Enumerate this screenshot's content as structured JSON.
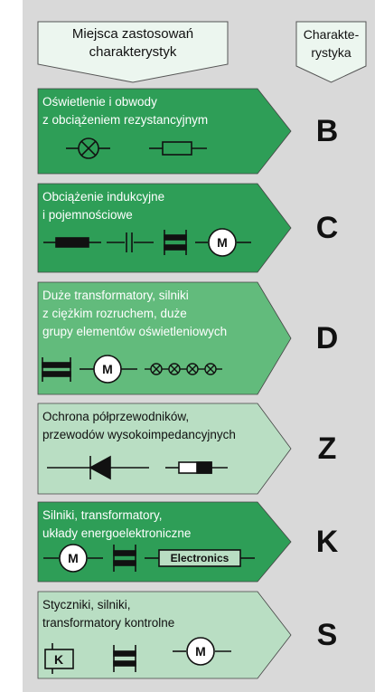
{
  "header": {
    "applications_label": "Miejsca zastosowań\ncharakterystyk",
    "characteristic_label": "Charakte-\nrystyka"
  },
  "bands": [
    {
      "description": "Oświetlenie i obwody\nz obciążeniem rezystancyjnym",
      "letter": "B",
      "color": "#2e9e57",
      "text_color": "#ffffff"
    },
    {
      "description": "Obciążenie indukcyjne\ni pojemnościowe",
      "letter": "C",
      "color": "#2e9e57",
      "text_color": "#ffffff"
    },
    {
      "description": "Duże transformatory, silniki\nz ciężkim rozruchem, duże\ngrupy elementów oświetleniowych",
      "letter": "D",
      "color": "#62bb7c",
      "text_color": "#ffffff"
    },
    {
      "description": "Ochrona półprzewodników,\nprzewodów wysokoimpedancyjnych",
      "letter": "Z",
      "color": "#b9dec3",
      "text_color": "#111111"
    },
    {
      "description": "Silniki, transformatory,\nukłady energoelektroniczne",
      "letter": "K",
      "color": "#2e9e57",
      "text_color": "#ffffff"
    },
    {
      "description": "Styczniki, silniki,\ntransformatory kontrolne",
      "letter": "S",
      "color": "#b9dec3",
      "text_color": "#111111"
    }
  ],
  "symbols": {
    "motor_letter": "M",
    "electronics_label": "Electronics",
    "relay_letter": "K"
  }
}
